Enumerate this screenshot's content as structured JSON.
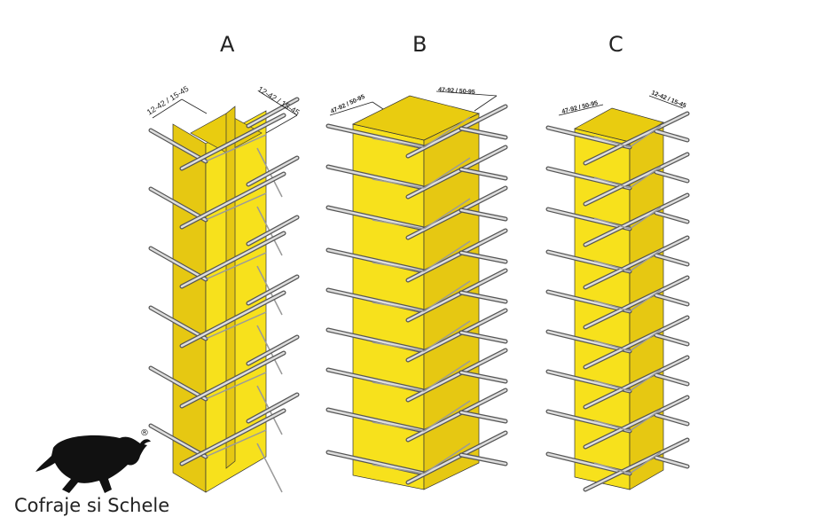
{
  "labels": [
    "A",
    "B",
    "C"
  ],
  "dimensions": {
    "a_left": "12-42 / 15-45",
    "a_right": "12-42 / 15-45",
    "b_left": "47-92 / 50-95",
    "b_right": "47-92 / 50-95",
    "c_left": "47-92 / 50-95",
    "c_right": "12-42 / 15-45"
  },
  "brand": {
    "name": "Cofraje si Schele",
    "registered": "®"
  },
  "colors": {
    "panel": "#f7e11c",
    "panel_dark": "#e6c812",
    "steel": "#9a9a9a",
    "edge": "#333333"
  }
}
